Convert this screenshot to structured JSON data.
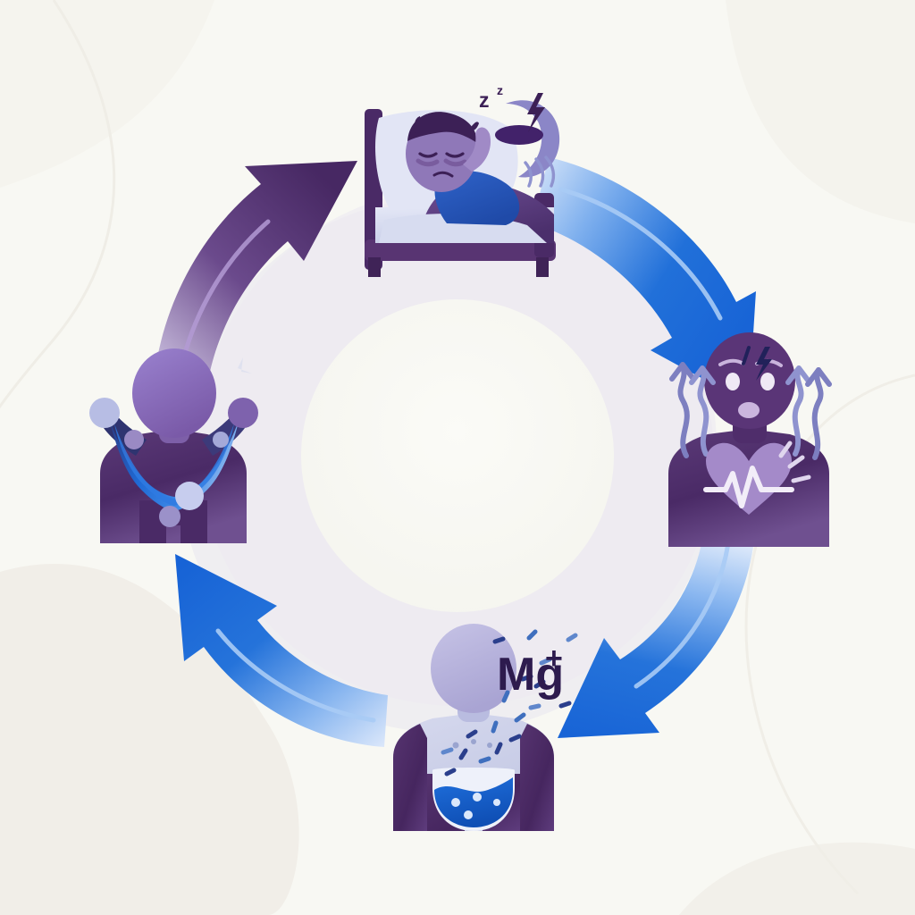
{
  "illustration": {
    "title": "Magnesium Depletion and Sleep Stress Cycle",
    "type": "cycle-diagram",
    "background_color": "#f8f8f3",
    "background_warm_color": "#f1eee8",
    "center_circle_color": "#f7f7f2",
    "center_ring_color": "#e4e3ec"
  },
  "labels": {
    "magnesium_symbol": "Mg",
    "magnesium_charge": "+",
    "sleep_z_large": "z",
    "sleep_z_small": "z"
  },
  "nodes": [
    {
      "id": "insomnia",
      "position": "top",
      "icon": "person-in-bed-awake-icon",
      "description": "Tired person lying awake in bed with moon and Z letters"
    },
    {
      "id": "stress",
      "position": "right",
      "icon": "stressed-person-heart-palpitation-icon",
      "description": "Anxious figure with racing heart, ECG line, stress waves and lightning bolt"
    },
    {
      "id": "depletion",
      "position": "bottom",
      "icon": "magnesium-depletion-body-icon",
      "description": "Figure with draining blue magnesium reservoir in torso and Mg+ particles escaping"
    },
    {
      "id": "recovery",
      "position": "left",
      "icon": "energized-person-arms-raised-icon",
      "description": "Figure with raised arms and blue energy band"
    }
  ],
  "arrows": [
    {
      "id": "arrow-insomnia-to-stress",
      "from": "insomnia",
      "to": "stress",
      "color": "#1763d6",
      "color_light": "#cfe0f7",
      "direction": "down-right"
    },
    {
      "id": "arrow-stress-to-depletion",
      "from": "stress",
      "to": "depletion",
      "color": "#1763d6",
      "color_light": "#dce9fa",
      "direction": "down-left"
    },
    {
      "id": "arrow-depletion-to-recovery",
      "from": "depletion",
      "to": "recovery",
      "color": "#1763d6",
      "color_light": "#dbe7fb",
      "direction": "up-left"
    },
    {
      "id": "arrow-recovery-to-insomnia",
      "from": "recovery",
      "to": "insomnia",
      "color": "#4a2a66",
      "color_light": "#d8d2e6",
      "direction": "up-right"
    }
  ],
  "palette": {
    "deep_purple": "#4a2a66",
    "dark_plum": "#3c1f52",
    "mid_purple": "#6b4a8c",
    "light_purple": "#8b72c4",
    "periwinkle": "#8f93cf",
    "pale_lavender": "#cdd2ea",
    "blue": "#1763d6",
    "bright_blue": "#1565d8",
    "light_blue": "#4d8fe8",
    "near_white": "#eef0f8",
    "navy": "#2a2a5e"
  }
}
